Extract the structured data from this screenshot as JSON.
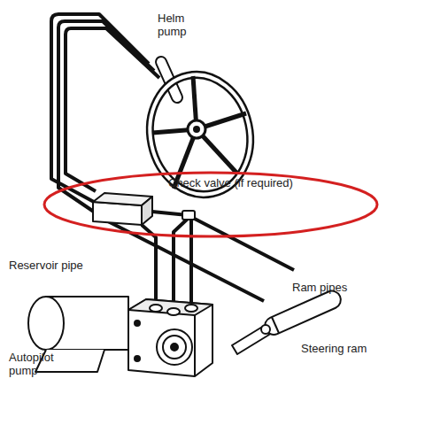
{
  "diagram": {
    "nodes": [
      {
        "text": [
          "Check valve (if required)"
        ]
      }
    ],
    "labels": [
      "Helm pump",
      "Reservoir pipe",
      "Autopilot pump",
      "Ram pipes",
      "Steering ram"
    ]
  }
}
